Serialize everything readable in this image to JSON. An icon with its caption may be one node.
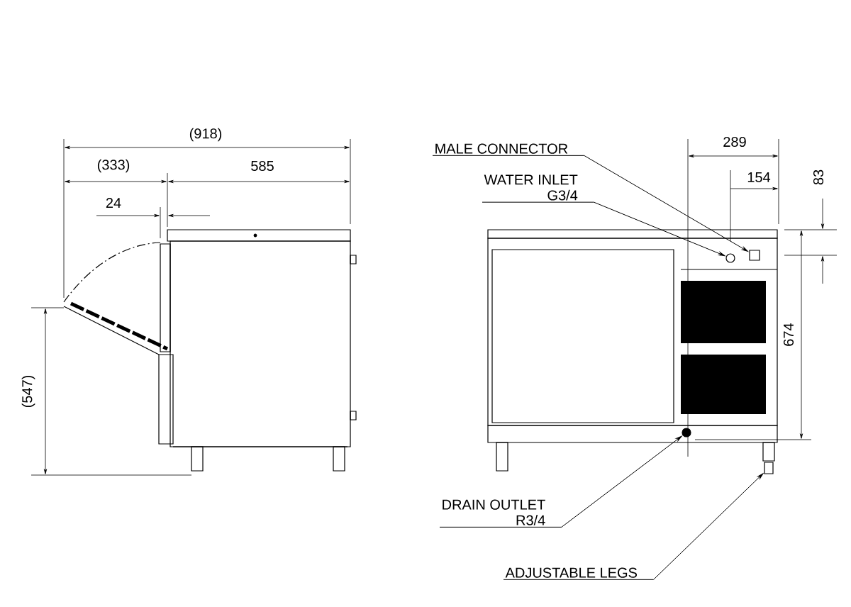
{
  "diagram": {
    "nodes": [
      {
        "text": [
          "MALE CONNECTOR"
        ]
      },
      {
        "text": [
          "WATER INLET",
          "G3/4"
        ]
      },
      {
        "text": [
          "DRAIN OUTLET",
          "R3/4"
        ]
      },
      {
        "text": [
          "ADJUSTABLE LEGS"
        ]
      },
      {
        "text": [],
        "shape": "box"
      },
      {
        "text": [],
        "shape": "circle"
      },
      {
        "text": [],
        "shape": "circle"
      },
      {
        "text": [],
        "shape": "bar"
      }
    ],
    "edges": [
      {
        "from": 0,
        "to": 4,
        "arrow": "to"
      },
      {
        "from": 1,
        "to": 5,
        "arrow": "to"
      },
      {
        "from": 2,
        "to": 6,
        "arrow": "to"
      },
      {
        "from": 3,
        "to": 7,
        "arrow": "to"
      }
    ],
    "labels": [
      "(918)",
      "(333)",
      "585",
      "24",
      "(547)",
      "289",
      "154",
      "83",
      "674"
    ]
  }
}
